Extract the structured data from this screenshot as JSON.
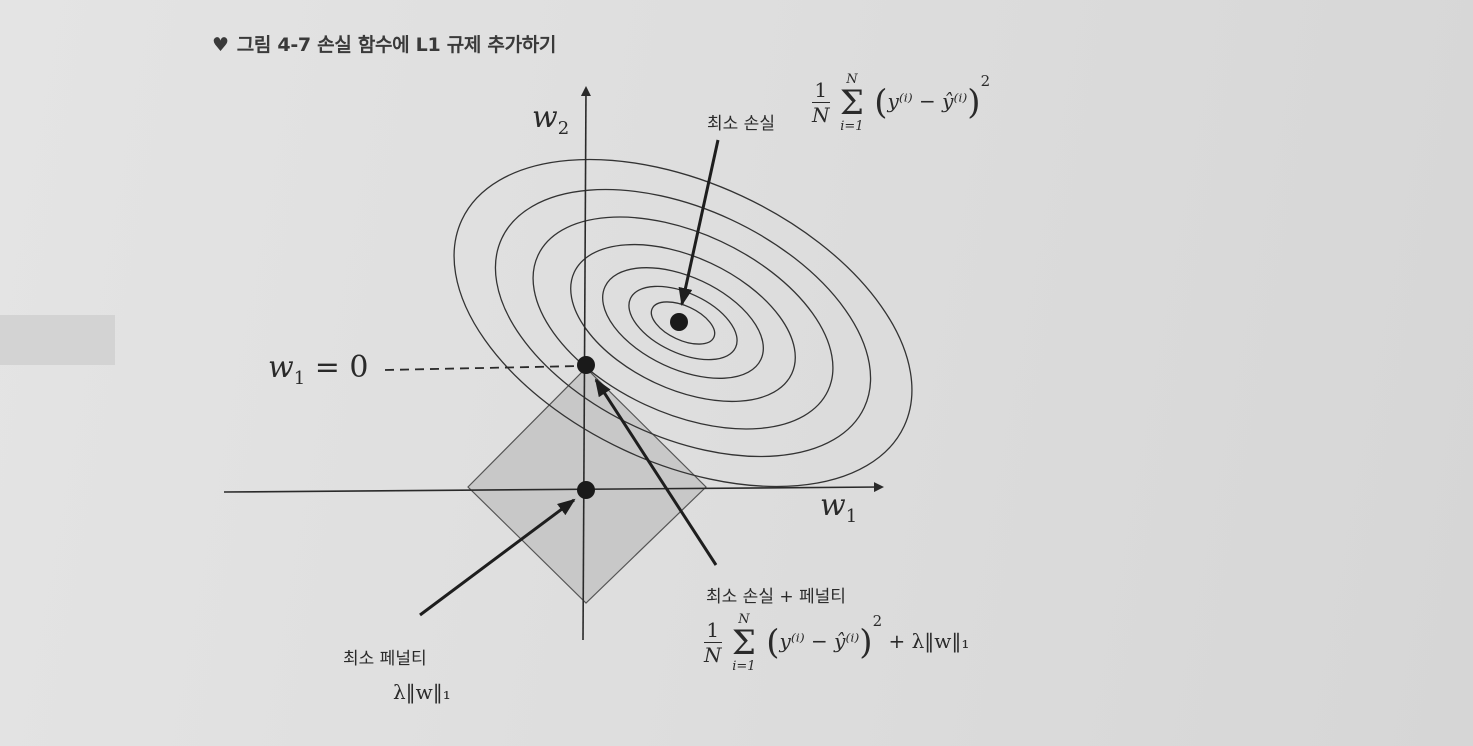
{
  "caption": "그림 4-7 손실 함수에 L1 규제 추가하기",
  "axis": {
    "x": "w",
    "x_sub": "1",
    "y": "w",
    "y_sub": "2"
  },
  "guide": {
    "var": "w",
    "sub": "1",
    "eq": "= 0"
  },
  "labels": {
    "min_loss": "최소 손실",
    "min_loss_plus_penalty": "최소 손실 + 페널티",
    "min_penalty": "최소 페널티"
  },
  "formula": {
    "num": "1",
    "den": "N",
    "sum_top": "N",
    "sum_bottom": "i=1",
    "inner": "y⁽ⁱ⁾ − ŷ⁽ⁱ⁾",
    "power": "2",
    "penalty_term": "+ λ‖w‖₁",
    "penalty": "λ‖w‖₁"
  },
  "colors": {
    "ink": "#2a2a2a",
    "diamond_fill": "#c4c4c4",
    "background": "#dedede"
  }
}
